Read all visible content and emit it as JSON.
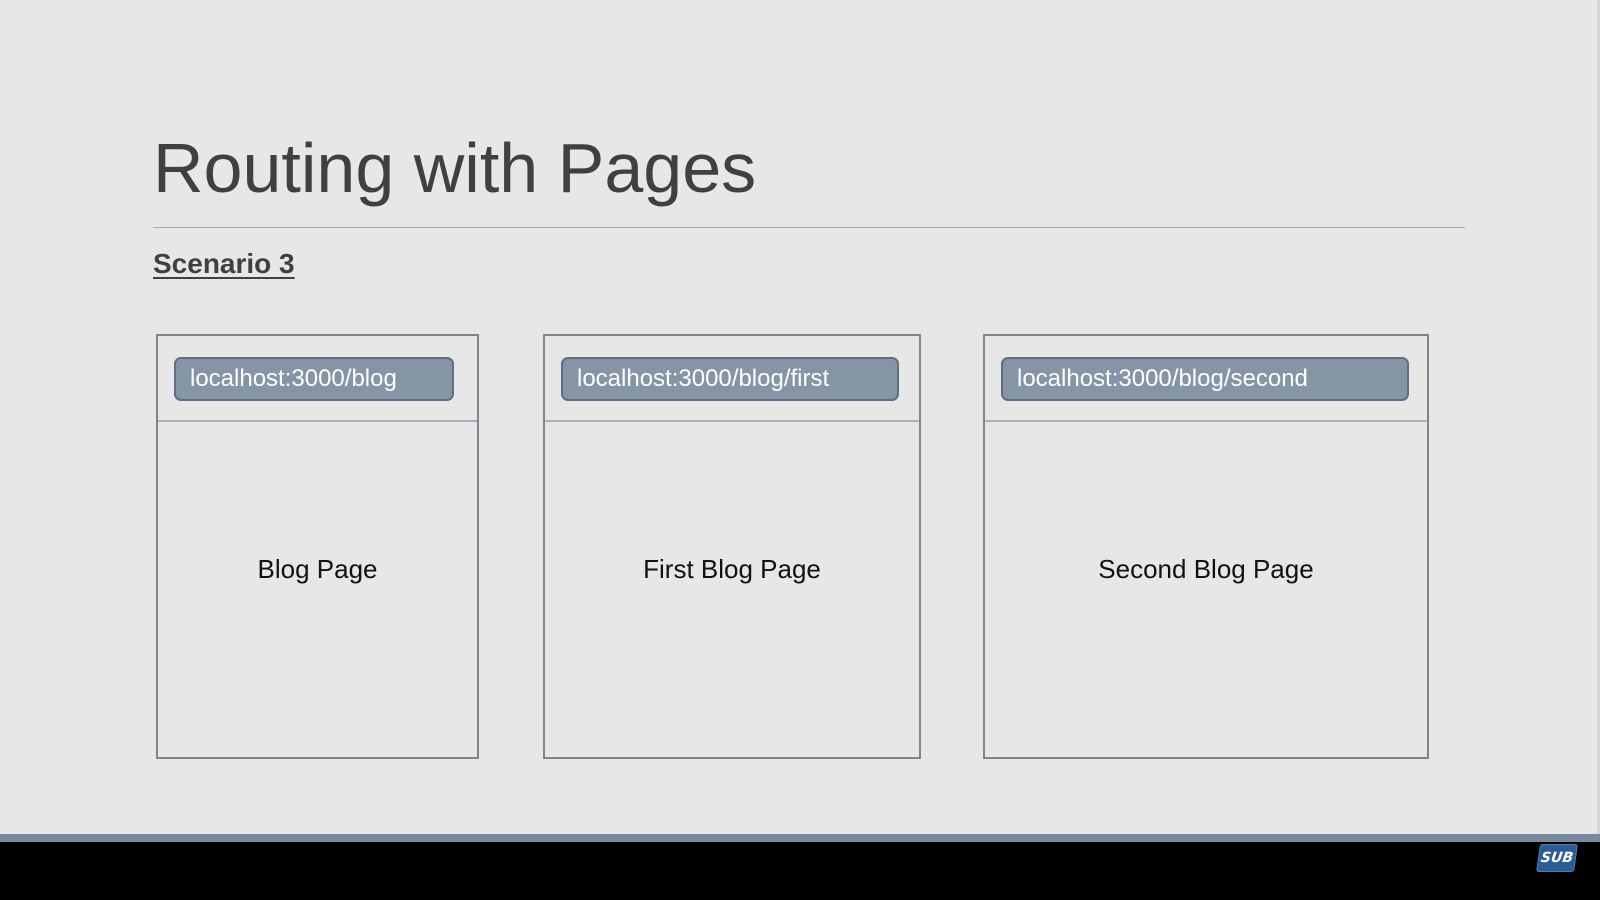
{
  "slide": {
    "title": "Routing with Pages",
    "subheading": "Scenario 3"
  },
  "pages": [
    {
      "url": "localhost:3000/blog",
      "content": "Blog Page"
    },
    {
      "url": "localhost:3000/blog/first",
      "content": "First Blog Page"
    },
    {
      "url": "localhost:3000/blog/second",
      "content": "Second Blog Page"
    }
  ],
  "footer": {
    "logo": {
      "icon": "sub-logo-icon",
      "text": "SUB",
      "color": "#2b5d94"
    }
  },
  "colors": {
    "background": "#e7e7e7",
    "title_text": "#404040",
    "address_bar_fill": "#8595a6",
    "frame_border": "#7d8591",
    "bottom_bar": "#000000"
  }
}
